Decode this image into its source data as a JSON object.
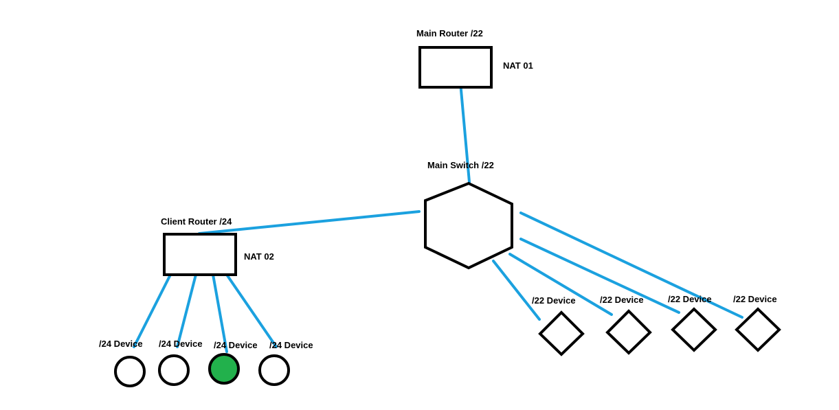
{
  "colors": {
    "link": "#1ba1df",
    "outline": "#000000",
    "active_device": "#22b14c",
    "background": "#ffffff"
  },
  "main_router": {
    "label": "Main Router /22",
    "nat": "NAT 01"
  },
  "main_switch": {
    "label": "Main Switch /22"
  },
  "client_router": {
    "label": "Client Router /24",
    "nat": "NAT 02"
  },
  "devices_24": [
    {
      "label": "/24 Device",
      "active": false
    },
    {
      "label": "/24 Device",
      "active": false
    },
    {
      "label": "/24 Device",
      "active": true
    },
    {
      "label": "/24 Device",
      "active": false
    }
  ],
  "devices_22": [
    {
      "label": "/22 Device"
    },
    {
      "label": "/22 Device"
    },
    {
      "label": "/22 Device"
    },
    {
      "label": "/22 Device"
    }
  ]
}
